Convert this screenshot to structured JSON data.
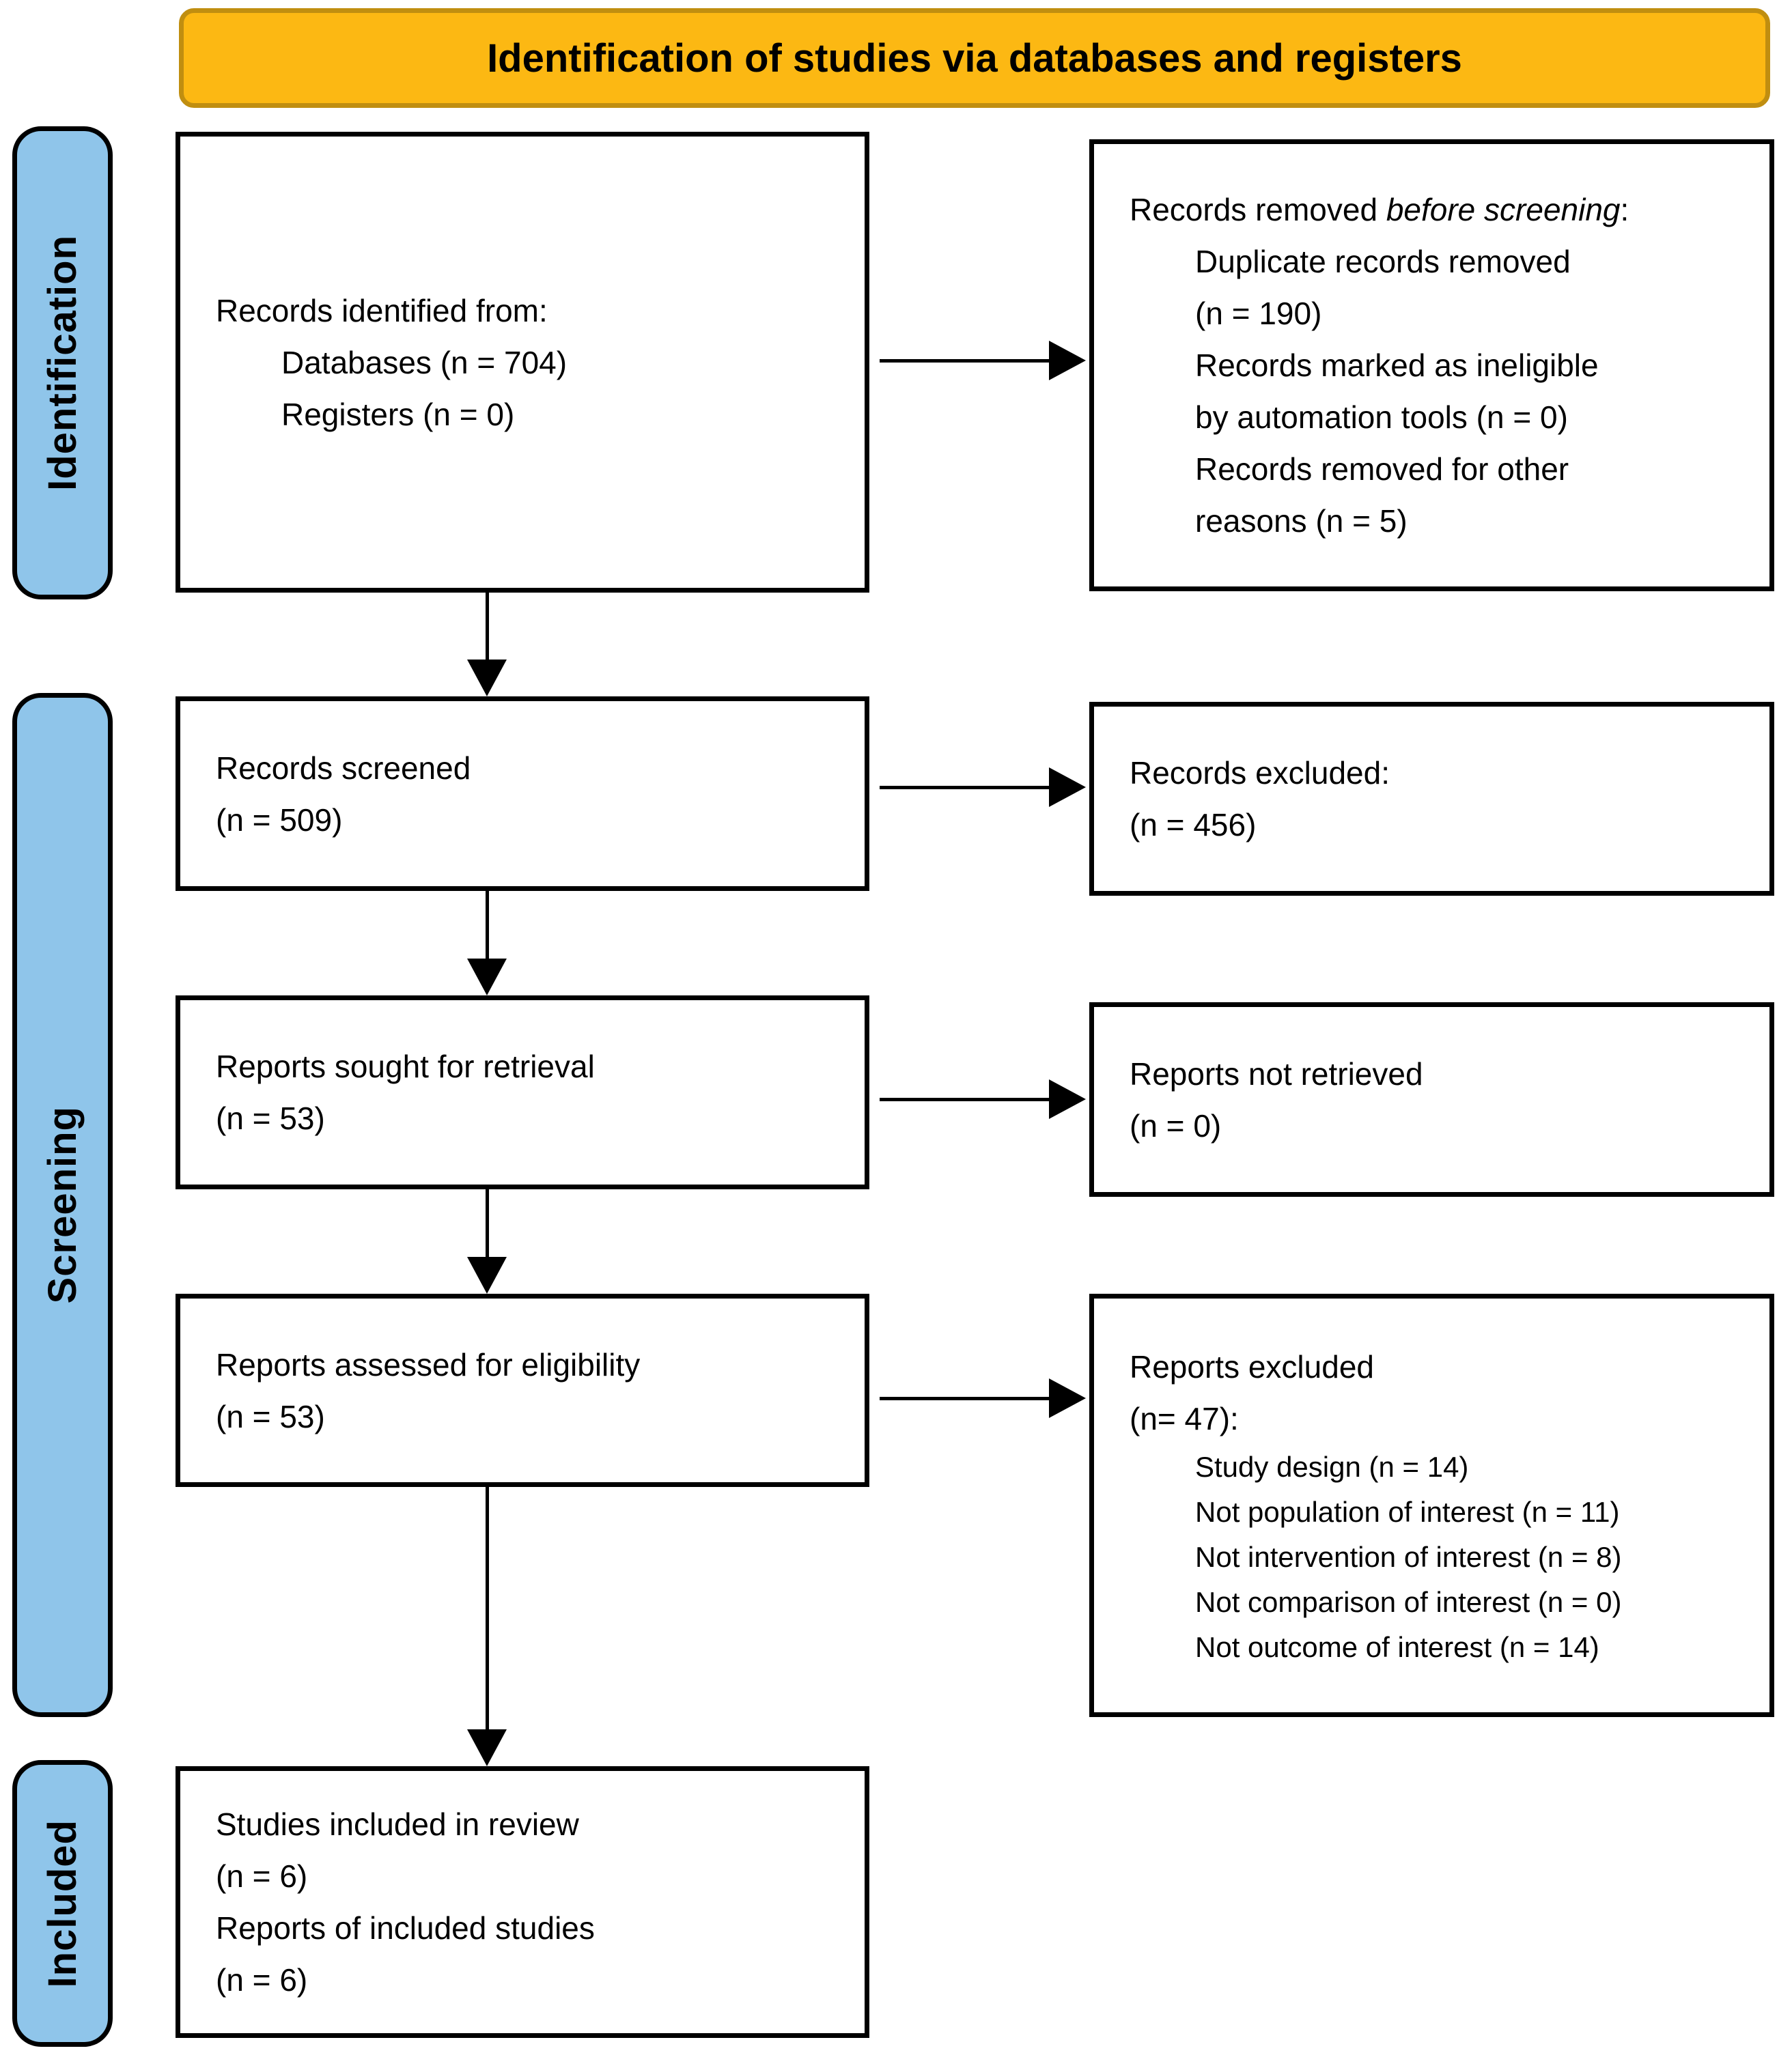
{
  "banner": {
    "title": "Identification of studies via databases and registers"
  },
  "colors": {
    "banner_fill": "#FCB813",
    "banner_border": "#C08E10",
    "stage_fill": "#8FC5EA",
    "box_fill": "#FFFFFF",
    "line": "#000000"
  },
  "stages": {
    "identification": "Identification",
    "screening": "Screening",
    "included": "Included"
  },
  "boxes": {
    "records_identified": {
      "title": "Records identified from:",
      "items": [
        "Databases (n = 704)",
        "Registers (n = 0)"
      ]
    },
    "records_removed": {
      "title_prefix": "Records removed ",
      "title_italic": "before screening",
      "title_suffix": ":",
      "items": [
        [
          "Duplicate records removed",
          "(n = 190)"
        ],
        [
          "Records marked as ineligible",
          "by automation tools (n = 0)"
        ],
        [
          "Records removed for other",
          "reasons (n = 5)"
        ]
      ]
    },
    "records_screened": {
      "lines": [
        "Records screened",
        "(n = 509)"
      ]
    },
    "records_excluded": {
      "lines": [
        "Records excluded:",
        "(n = 456)"
      ]
    },
    "reports_sought": {
      "lines": [
        "Reports sought for retrieval",
        "(n = 53)"
      ]
    },
    "reports_not_retrieved": {
      "lines": [
        "Reports not retrieved",
        "(n = 0)"
      ]
    },
    "reports_assessed": {
      "lines": [
        "Reports assessed for eligibility",
        "(n = 53)"
      ]
    },
    "reports_excluded": {
      "lines": [
        "Reports excluded",
        "(n= 47):"
      ],
      "items": [
        "Study design (n = 14)",
        "Not population of interest (n = 11)",
        "Not intervention of interest (n = 8)",
        "Not comparison of interest (n = 0)",
        "Not outcome of interest (n = 14)"
      ]
    },
    "studies_included": {
      "lines": [
        "Studies included in review",
        "(n = 6)",
        "Reports of included studies",
        "(n = 6)"
      ]
    }
  }
}
